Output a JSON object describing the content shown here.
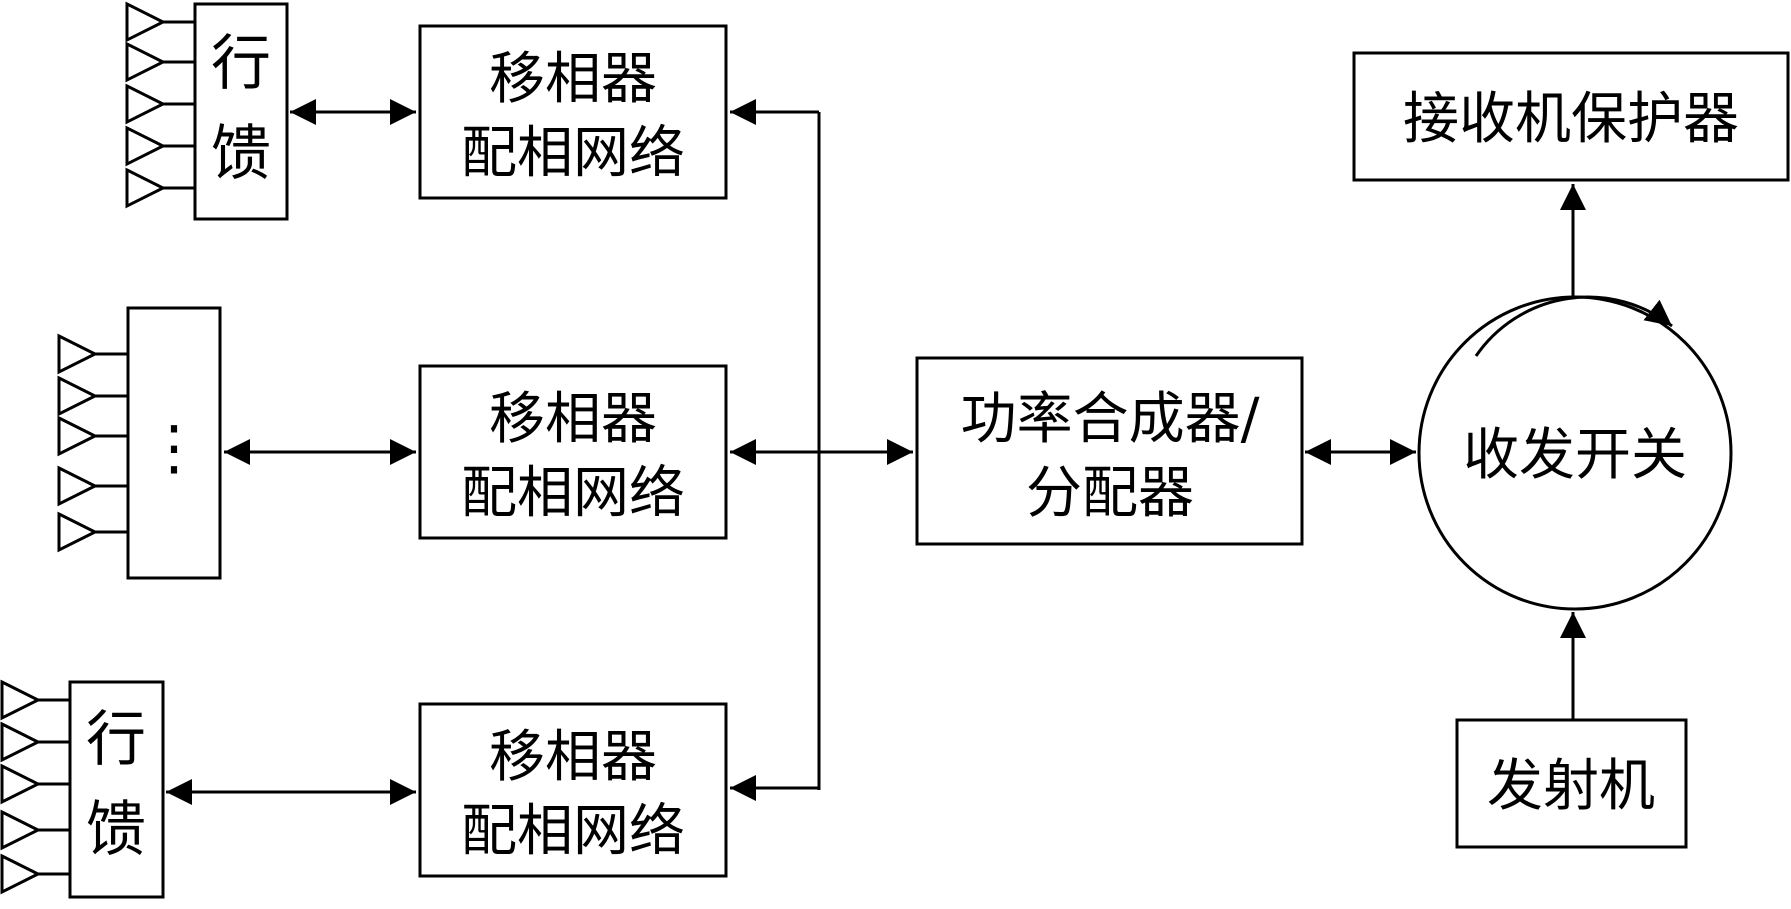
{
  "diagram": {
    "feed_top": {
      "line1": "行",
      "line2": "馈"
    },
    "feed_middle": {
      "ellipsis": "⋮"
    },
    "feed_bottom": {
      "line1": "行",
      "line2": "馈"
    },
    "phase_top": {
      "line1": "移相器",
      "line2": "配相网络"
    },
    "phase_middle": {
      "line1": "移相器",
      "line2": "配相网络"
    },
    "phase_bottom": {
      "line1": "移相器",
      "line2": "配相网络"
    },
    "combiner": {
      "line1": "功率合成器/",
      "line2": "分配器"
    },
    "circulator": {
      "label": "收发开关"
    },
    "receiver_protector": {
      "label": "接收机保护器"
    },
    "transmitter": {
      "label": "发射机"
    }
  },
  "colors": {
    "stroke": "#000000",
    "background": "#ffffff"
  }
}
